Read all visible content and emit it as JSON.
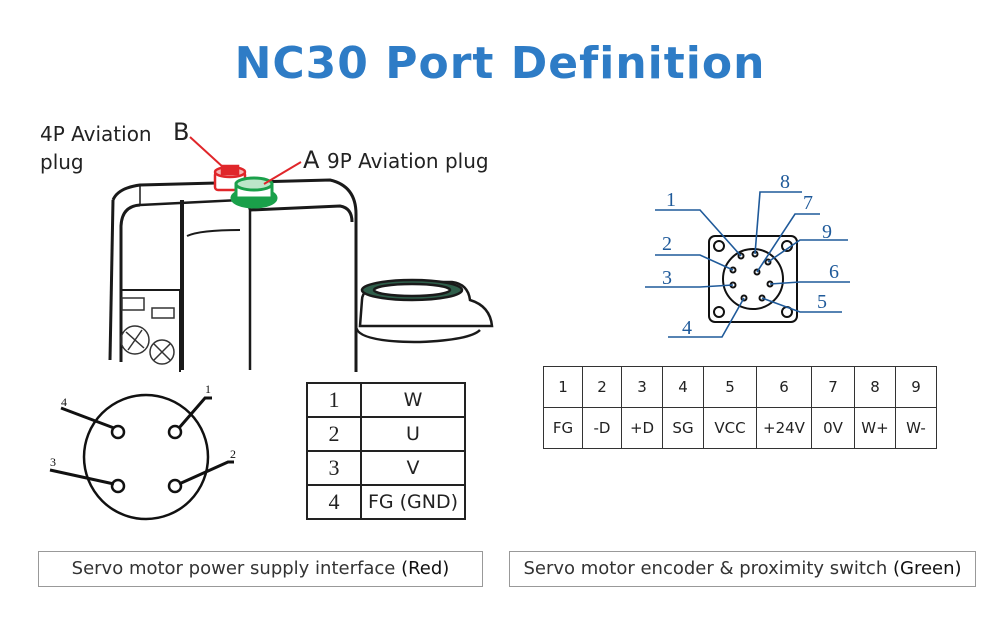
{
  "title": "NC30 Port Definition",
  "plug_b": {
    "text_line1": "4P Aviation",
    "text_line2": "plug",
    "letter": "B"
  },
  "plug_a": {
    "letter": "A",
    "text": "9P Aviation plug"
  },
  "power_pins": {
    "labels": [
      "1",
      "2",
      "3",
      "4"
    ]
  },
  "power_table": {
    "rows": [
      {
        "pin": "1",
        "signal": "W"
      },
      {
        "pin": "2",
        "signal": "U"
      },
      {
        "pin": "3",
        "signal": "V"
      },
      {
        "pin": "4",
        "signal": "FG (GND)"
      }
    ]
  },
  "encoder_pins": {
    "labels": [
      "1",
      "2",
      "3",
      "4",
      "5",
      "6",
      "7",
      "8",
      "9"
    ]
  },
  "encoder_table": {
    "pins": [
      "1",
      "2",
      "3",
      "4",
      "5",
      "6",
      "7",
      "8",
      "9"
    ],
    "signals": [
      "FG",
      "-D",
      "+D",
      "SG",
      "VCC",
      "+24V",
      "0V",
      "W+",
      "W-"
    ]
  },
  "captions": {
    "power": {
      "text": "Servo motor power supply interface",
      "color_word": "(Red)"
    },
    "encoder": {
      "text": "Servo motor encoder & proximity switch",
      "color_word": "(Green)"
    }
  },
  "colors": {
    "title": "#2e7cc6",
    "red_plug": "#e0262a",
    "green_plug": "#1aa04a",
    "line_blue": "#1f5a9a"
  }
}
